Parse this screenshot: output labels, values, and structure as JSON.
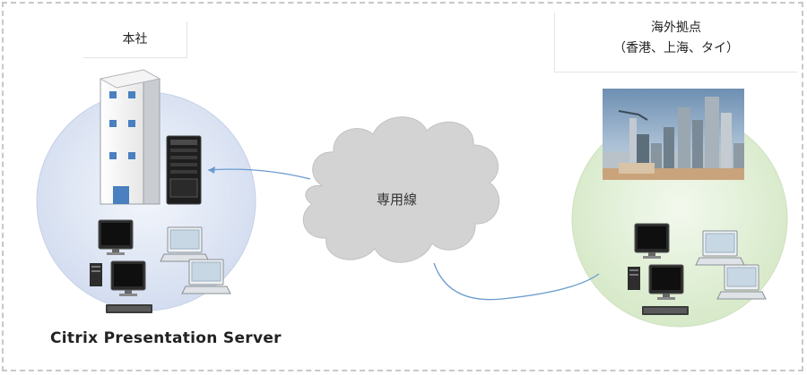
{
  "headquarters": {
    "label": "本社",
    "caption": "Citrix Presentation Server"
  },
  "overseas": {
    "label_line1": "海外拠点",
    "label_line2": "（香港、上海、タイ）"
  },
  "network": {
    "label": "専用線"
  },
  "colors": {
    "hq_circle": "#dde5f3",
    "overseas_circle": "#e2efd8",
    "link_line": "#6a9bd0",
    "cloud_fill": "#d5d5d5"
  }
}
